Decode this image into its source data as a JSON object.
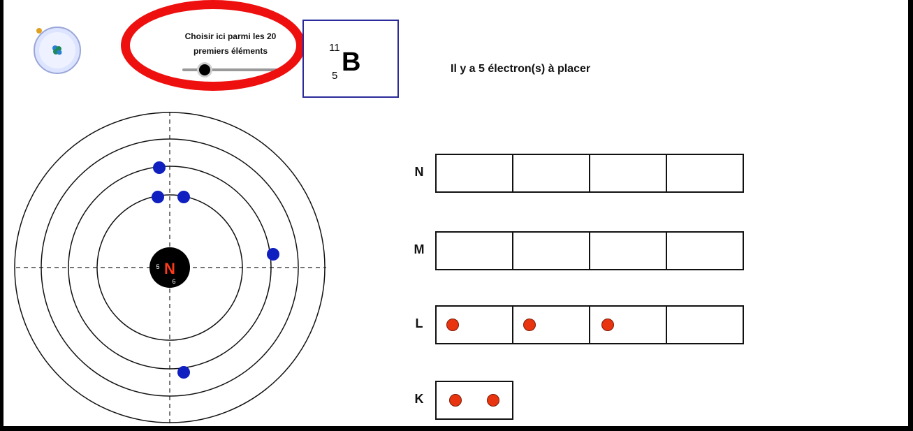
{
  "slider": {
    "label_line1": "Choisir ici parmi les 20",
    "label_line2": "premiers éléments",
    "value_fraction": 0.2
  },
  "element": {
    "mass_number": "11",
    "atomic_number": "5",
    "symbol": "B"
  },
  "info": {
    "text": "Il y a 5  électron(s) à placer"
  },
  "nucleus": {
    "letter": "N",
    "protons_label": "5",
    "neutrons_label": "6"
  },
  "shells": [
    {
      "label": "N",
      "cells": 4,
      "electrons": 0
    },
    {
      "label": "M",
      "cells": 4,
      "electrons": 0
    },
    {
      "label": "L",
      "cells": 4,
      "electrons": 3
    },
    {
      "label": "K",
      "cells": 1,
      "electrons": 2
    }
  ],
  "colors": {
    "highlight": "#ee0f0f",
    "orbit_electron": "#0f1fc0",
    "placed_electron": "#e8340f",
    "nucleus_letter": "#ff3a1a",
    "element_border": "#2a2a9a"
  }
}
